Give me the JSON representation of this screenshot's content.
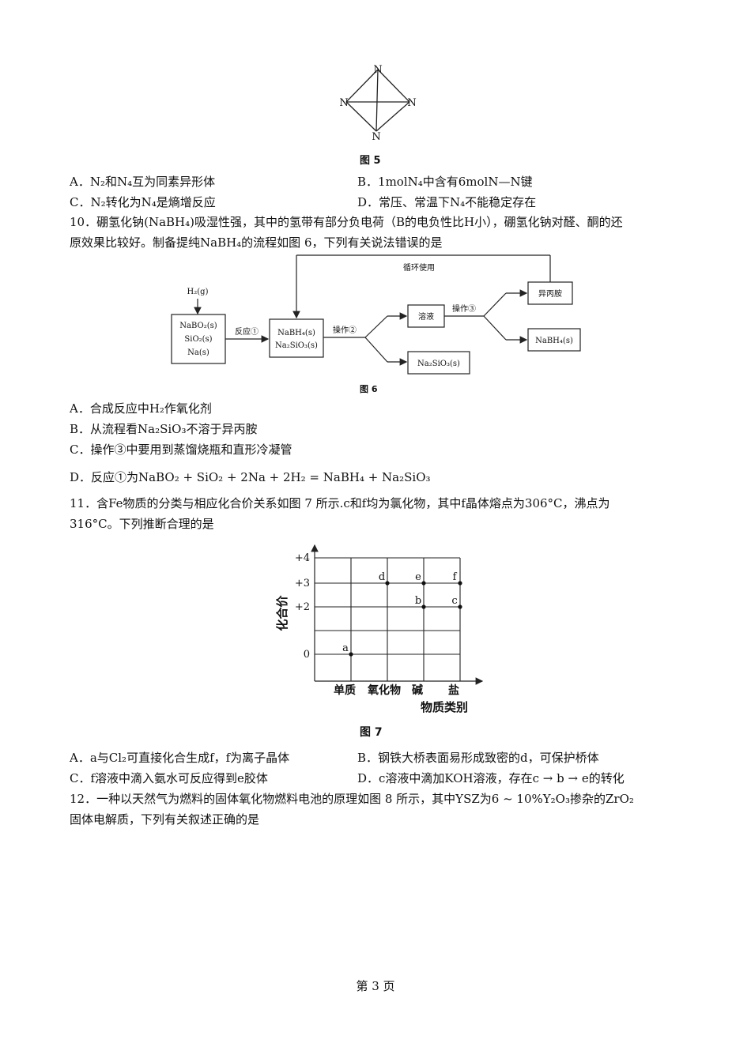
{
  "fig5": {
    "caption": "图 5",
    "atom": "N"
  },
  "q9": {
    "optA": "A．N₂和N₄互为同素异形体",
    "optB": "B．1molN₄中含有6molN—N键",
    "optC": "C．N₂转化为N₄是熵增反应",
    "optD": "D．常压、常温下N₄不能稳定存在"
  },
  "q10": {
    "line1": "10．硼氢化钠(NaBH₄)吸湿性强，其中的氢带有部分负电荷（B的电负性比H小），硼氢化钠对醛、酮的还",
    "line2": "原效果比较好。制备提纯NaBH₄的流程如图 6，下列有关说法错误的是",
    "optA": "A．合成反应中H₂作氧化剂",
    "optB": "B．从流程看Na₂SiO₃不溶于异丙胺",
    "optC": "C．操作③中要用到蒸馏烧瓶和直形冷凝管",
    "optD": "D．反应①为NaBO₂ + SiO₂ + 2Na + 2H₂ = NaBH₄ + Na₂SiO₃"
  },
  "fig6": {
    "caption": "图 6",
    "h2": "H₂(g)",
    "reactants": [
      "NaBO₂(s)",
      "SiO₂(s)",
      "Na(s)"
    ],
    "step1": "反应①",
    "products": [
      "NaBH₄(s)",
      "Na₂SiO₃(s)"
    ],
    "step2": "操作②",
    "solution": "溶液",
    "step3": "操作③",
    "recycle": "循环使用",
    "ipa": "异丙胺",
    "nabh4": "NaBH₄(s)",
    "na2sio3": "Na₂SiO₃(s)"
  },
  "q11": {
    "line1": "11．含Fe物质的分类与相应化合价关系如图 7 所示.c和f均为氯化物，其中f晶体熔点为306°C，沸点为",
    "line2": "316°C。下列推断合理的是",
    "optA": "A．a与Cl₂可直接化合生成f，f为离子晶体",
    "optB": "B．钢铁大桥表面易形成致密的d，可保护桥体",
    "optC": "C．f溶液中滴入氨水可反应得到e胶体",
    "optD": "D．c溶液中滴加KOH溶液，存在c → b → e的转化"
  },
  "fig7": {
    "caption": "图 7",
    "chart_data": {
      "type": "scatter",
      "ylabel": "化合价",
      "xlabel": "物质类别",
      "categories": [
        "单质",
        "氧化物",
        "碱",
        "盐"
      ],
      "yticks": [
        "+4",
        "+3",
        "+2",
        "0"
      ],
      "points": [
        {
          "label": "a",
          "category": "单质",
          "valence": 0
        },
        {
          "label": "d",
          "category": "氧化物",
          "valence": 3
        },
        {
          "label": "e",
          "category": "碱",
          "valence": 3
        },
        {
          "label": "b",
          "category": "碱",
          "valence": 2
        },
        {
          "label": "f",
          "category": "盐",
          "valence": 3
        },
        {
          "label": "c",
          "category": "盐",
          "valence": 2
        }
      ]
    }
  },
  "q12": {
    "line1": "12．一种以天然气为燃料的固体氧化物燃料电池的原理如图 8 所示，其中YSZ为6 ~ 10%Y₂O₃掺杂的ZrO₂",
    "line2": "固体电解质，下列有关叙述正确的是"
  },
  "footer": {
    "page": "第 3 页"
  }
}
